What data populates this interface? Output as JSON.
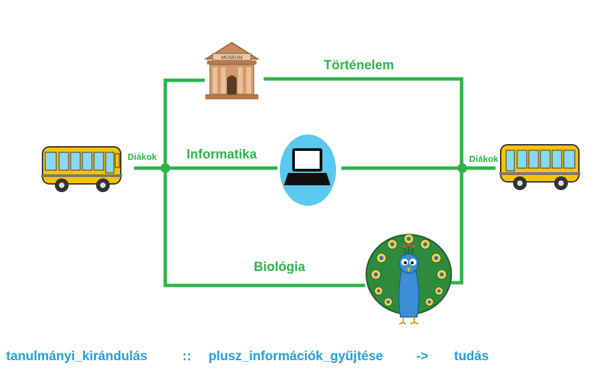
{
  "labels": {
    "history": "Történelem",
    "informatics": "Informatika",
    "biology": "Biológia",
    "students_left": "Diákok",
    "students_right": "Diákok"
  },
  "museum_sign": "MUSEUM",
  "formula": {
    "part1": "tanulmányi_kirándulás",
    "sep": "::",
    "part2": "plusz_információk_gyűjtése",
    "arrow": "->",
    "result": "tudás"
  },
  "colors": {
    "line": "#2db34a",
    "label": "#2db34a",
    "formula": "#1fa0d8",
    "bus_body": "#f6c400",
    "laptop_bg": "#5bc8ee",
    "peacock_feathers": "#2e8b3e",
    "peacock_body": "#3a8fd6",
    "museum": "#c98a5c"
  },
  "icons": [
    "bus-icon",
    "museum-icon",
    "laptop-icon",
    "peacock-icon"
  ]
}
